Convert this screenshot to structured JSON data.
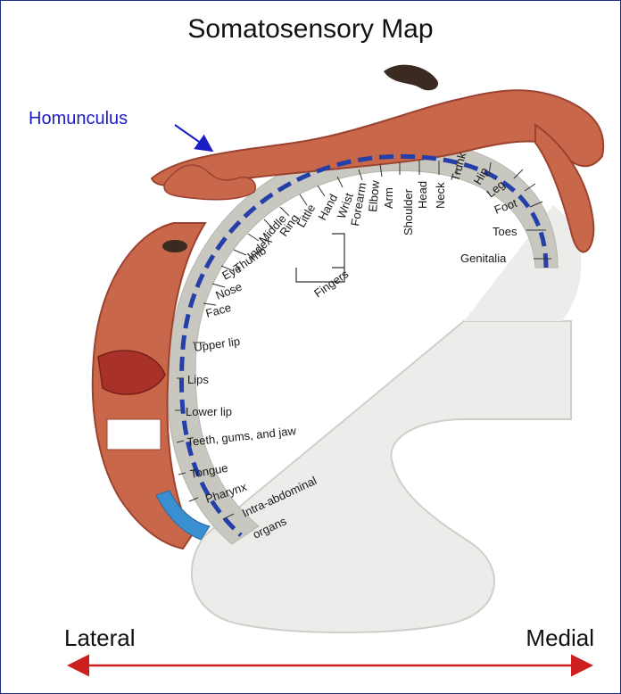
{
  "title": "Somatosensory Map",
  "homunculus_label": "Homunculus",
  "directions": {
    "lateral": "Lateral",
    "medial": "Medial"
  },
  "colors": {
    "skin": "#c8674a",
    "skin_dark": "#9b4330",
    "cortex": "#c8c8c0",
    "brain": "#ececea",
    "band": "#2440a8",
    "arrow": "#cc2020",
    "label_blue": "#1d1dc8",
    "frame": "#20308a"
  },
  "regions": [
    {
      "name": "Toes"
    },
    {
      "name": "Genitalia"
    },
    {
      "name": "Foot"
    },
    {
      "name": "Leg"
    },
    {
      "name": "Hip"
    },
    {
      "name": "Trunk"
    },
    {
      "name": "Neck"
    },
    {
      "name": "Head"
    },
    {
      "name": "Shoulder"
    },
    {
      "name": "Arm"
    },
    {
      "name": "Elbow"
    },
    {
      "name": "Forearm"
    },
    {
      "name": "Wrist"
    },
    {
      "name": "Hand"
    },
    {
      "name": "Little"
    },
    {
      "name": "Ring"
    },
    {
      "name": "Middle"
    },
    {
      "name": "Index"
    },
    {
      "name": "Thumb"
    },
    {
      "name": "Eye"
    },
    {
      "name": "Nose"
    },
    {
      "name": "Face"
    },
    {
      "name": "Upper lip"
    },
    {
      "name": "Lips"
    },
    {
      "name": "Lower lip"
    },
    {
      "name": "Teeth, gums, and jaw"
    },
    {
      "name": "Tongue"
    },
    {
      "name": "Pharynx"
    },
    {
      "name": "Intra-abdominal"
    },
    {
      "name": "organs"
    }
  ],
  "fingers_label": "Fingers"
}
